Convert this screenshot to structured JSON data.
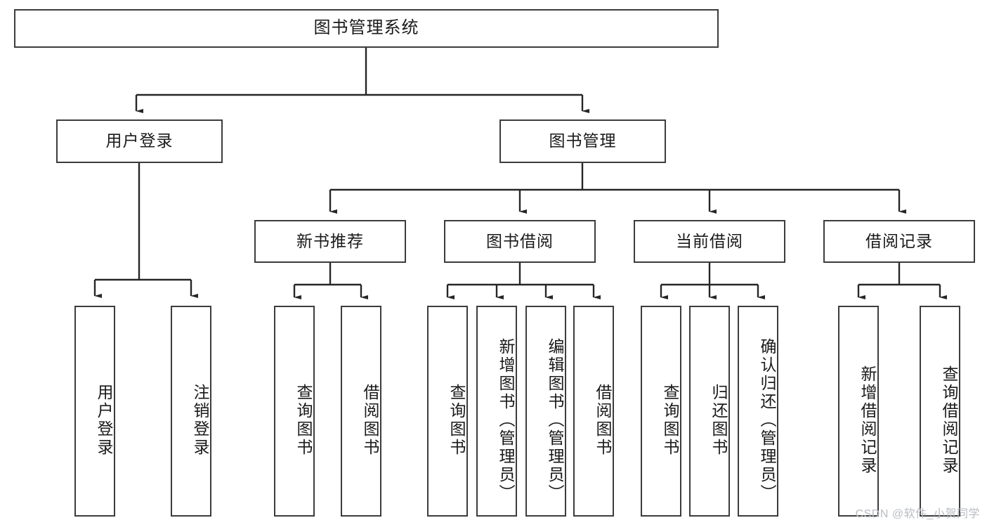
{
  "diagram": {
    "title": "图书管理系统",
    "type": "tree-hierarchy-chart",
    "root": {
      "label": "图书管理系统"
    },
    "level2": [
      {
        "label": "用户登录"
      },
      {
        "label": "图书管理"
      }
    ],
    "level3": [
      {
        "label": "新书推荐"
      },
      {
        "label": "图书借阅"
      },
      {
        "label": "当前借阅"
      },
      {
        "label": "借阅记录"
      }
    ],
    "leaves": {
      "user_login": [
        {
          "label": "用户登录"
        },
        {
          "label": "注销登录"
        }
      ],
      "new_book_recommend": [
        {
          "label": "查询图书"
        },
        {
          "label": "借阅图书"
        }
      ],
      "book_borrow": [
        {
          "label": "查询图书"
        },
        {
          "label": "新增图书（管理员）"
        },
        {
          "label": "编辑图书（管理员）"
        },
        {
          "label": "借阅图书"
        }
      ],
      "current_borrow": [
        {
          "label": "查询图书"
        },
        {
          "label": "归还图书"
        },
        {
          "label": "确认归还（管理员）"
        }
      ],
      "borrow_record": [
        {
          "label": "新增借阅记录"
        },
        {
          "label": "查询借阅记录"
        }
      ]
    }
  },
  "watermark": {
    "text": "CSDN @软件_小贺同学"
  },
  "colors": {
    "box_border": "#3c3c3c",
    "box_fill": "#ffffff",
    "connector": "#262626",
    "text": "#1a1a1a",
    "watermark": "#b9bcc2"
  }
}
